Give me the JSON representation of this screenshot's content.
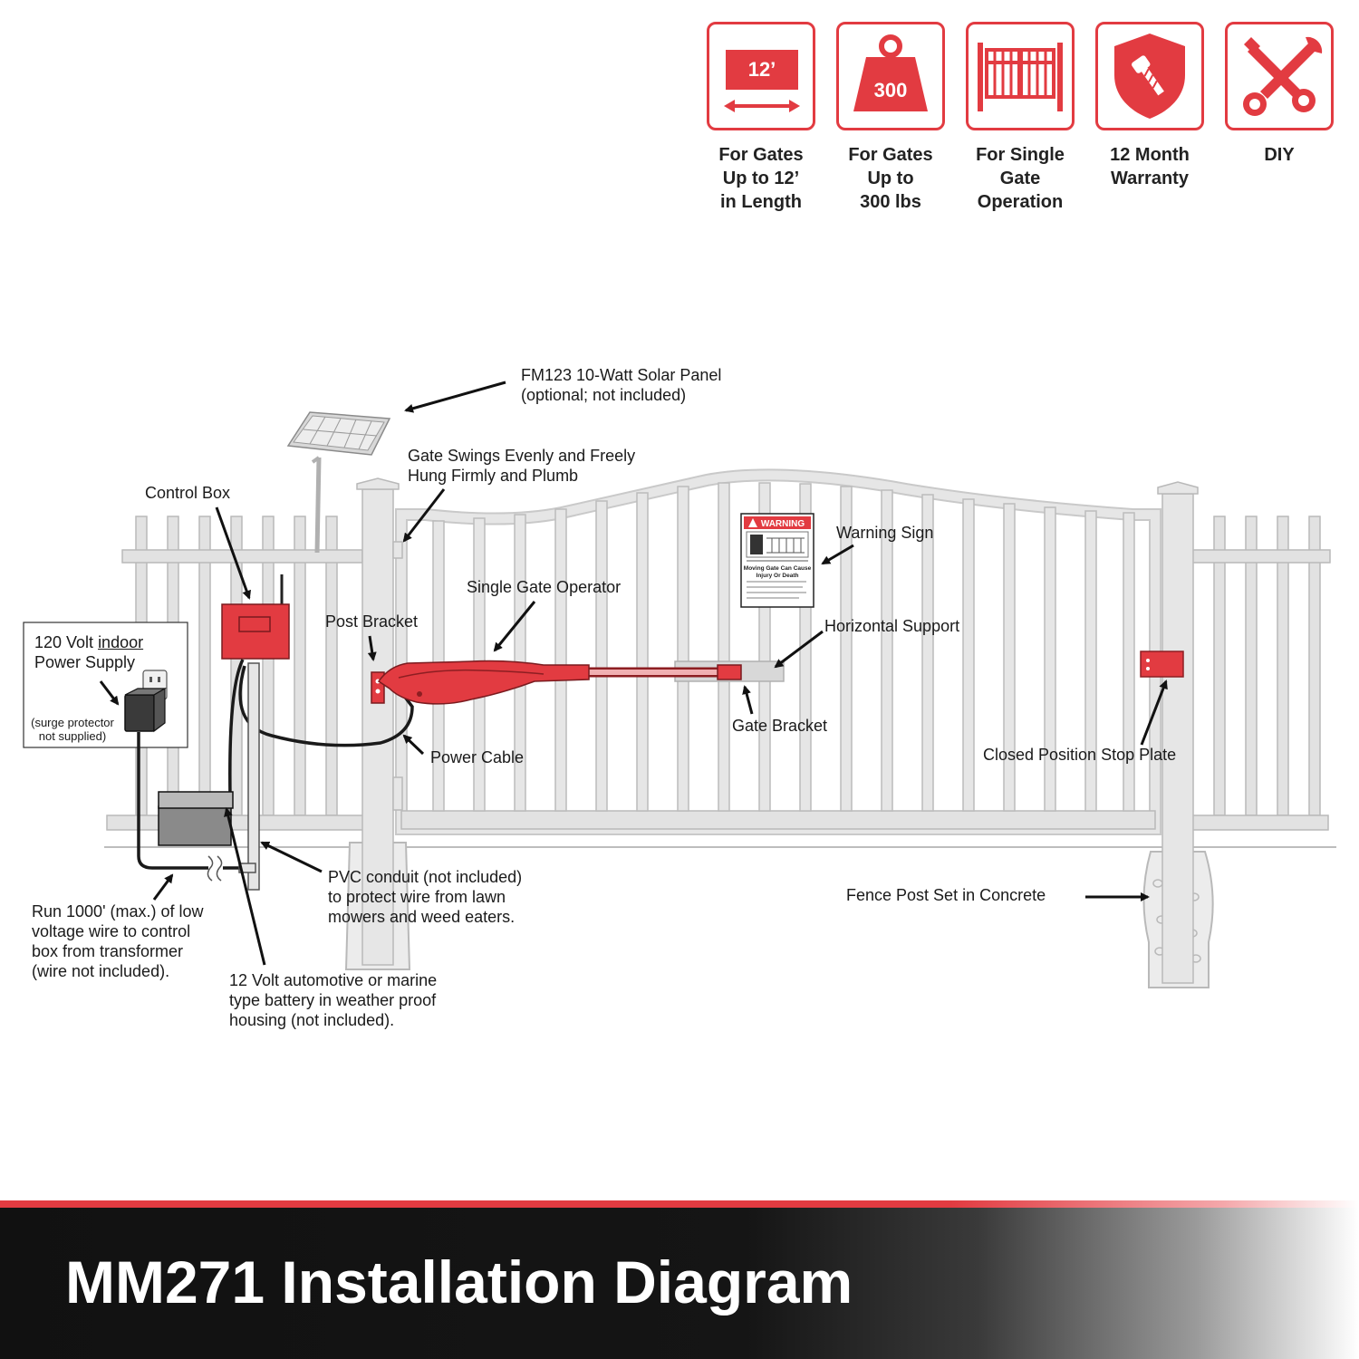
{
  "features": [
    {
      "icon": "gate-length-icon",
      "badge_text": "12’",
      "lines": [
        "For Gates",
        "Up to 12’",
        "in Length"
      ]
    },
    {
      "icon": "weight-icon",
      "badge_text": "300",
      "lines": [
        "For Gates",
        "Up to",
        "300 lbs"
      ]
    },
    {
      "icon": "single-gate-icon",
      "badge_text": "",
      "lines": [
        "For Single",
        "Gate",
        "Operation"
      ]
    },
    {
      "icon": "warranty-shield-icon",
      "badge_text": "",
      "lines": [
        "12 Month",
        "Warranty"
      ]
    },
    {
      "icon": "tools-icon",
      "badge_text": "",
      "lines": [
        "DIY"
      ]
    }
  ],
  "labels": {
    "solar_panel": [
      "FM123 10-Watt Solar Panel",
      "(optional; not included)"
    ],
    "gate_swings": [
      "Gate Swings Evenly and Freely",
      "Hung Firmly and Plumb"
    ],
    "control_box": "Control Box",
    "warning_sign": "Warning Sign",
    "single_gate_operator": "Single Gate Operator",
    "post_bracket": "Post Bracket",
    "horizontal_support": "Horizontal Support",
    "power_supply_prefix": "120 Volt ",
    "power_supply_indoor": "indoor",
    "power_supply_line2": "Power Supply",
    "surge_note": [
      "(surge protector",
      "not supplied)"
    ],
    "gate_bracket": "Gate Bracket",
    "power_cable": "Power Cable",
    "closed_stop_plate": "Closed Position Stop Plate",
    "pvc_conduit": [
      "PVC conduit (not included)",
      "to protect wire from lawn",
      "mowers and weed eaters."
    ],
    "fence_post": "Fence Post Set in Concrete",
    "run_wire": [
      "Run 1000' (max.) of low",
      "voltage wire to control",
      "box from transformer",
      "(wire not included)."
    ],
    "battery": [
      "12 Volt automotive or marine",
      "type battery in weather proof",
      "housing (not included)."
    ]
  },
  "warning_sign": {
    "header": "WARNING",
    "line1": "Moving Gate Can Cause",
    "line2": "Injury Or Death"
  },
  "footer": {
    "title": "MM271 Installation Diagram"
  },
  "colors": {
    "accent": "#e23b41",
    "fence": "#dcdcdc",
    "fence_stroke": "#b9b9b9",
    "footer_bg": "#111111"
  }
}
